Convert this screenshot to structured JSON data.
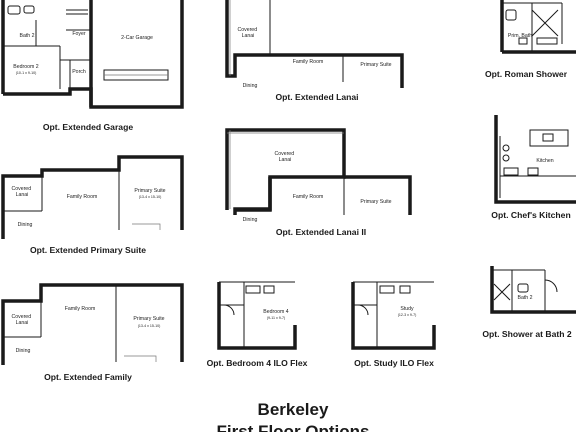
{
  "title": "Berkeley",
  "subtitle": "First Floor Options",
  "options": {
    "extended_garage": {
      "caption": "Opt. Extended Garage",
      "bath": "Bath 2",
      "foyer": "Foyer",
      "garage": "2-Car Garage",
      "bedroom": "Bedroom 2",
      "bedroom_dim": "(10-1 x 9-10)",
      "porch": "Porch"
    },
    "extended_lanai": {
      "caption": "Opt. Extended Lanai",
      "lanai": "Covered\nLanai",
      "family": "Family Room",
      "suite": "Primary Suite",
      "dining": "Dining"
    },
    "roman_shower": {
      "caption": "Opt. Roman Shower",
      "bath": "Prim. Bath"
    },
    "chefs_kitchen": {
      "caption": "Opt. Chef's Kitchen",
      "kitchen": "Kitchen"
    },
    "extended_primary_suite": {
      "caption": "Opt. Extended Primary Suite",
      "lanai": "Covered\nLanai",
      "family": "Family Room",
      "suite": "Primary Suite",
      "suite_dim": "(13-4 x 15-10)",
      "dining": "Dining"
    },
    "extended_lanai_2": {
      "caption": "Opt. Extended Lanai II",
      "lanai": "Covered\nLanai",
      "family": "Family Room",
      "suite": "Primary Suite",
      "dining": "Dining"
    },
    "extended_family": {
      "caption": "Opt. Extended Family",
      "lanai": "Covered\nLanai",
      "family": "Family Room",
      "suite": "Primary Suite",
      "suite_dim": "(13-4 x 15-10)",
      "dining": "Dining"
    },
    "bedroom4_flex": {
      "caption": "Opt. Bedroom 4 ILO Flex",
      "room": "Bedroom 4",
      "dim": "(9-11 x 9-7)"
    },
    "study_flex": {
      "caption": "Opt. Study ILO Flex",
      "room": "Study",
      "dim": "(12-3 x 9-7)"
    },
    "shower_bath2": {
      "caption": "Opt. Shower at Bath 2",
      "bath": "Bath 2"
    }
  }
}
